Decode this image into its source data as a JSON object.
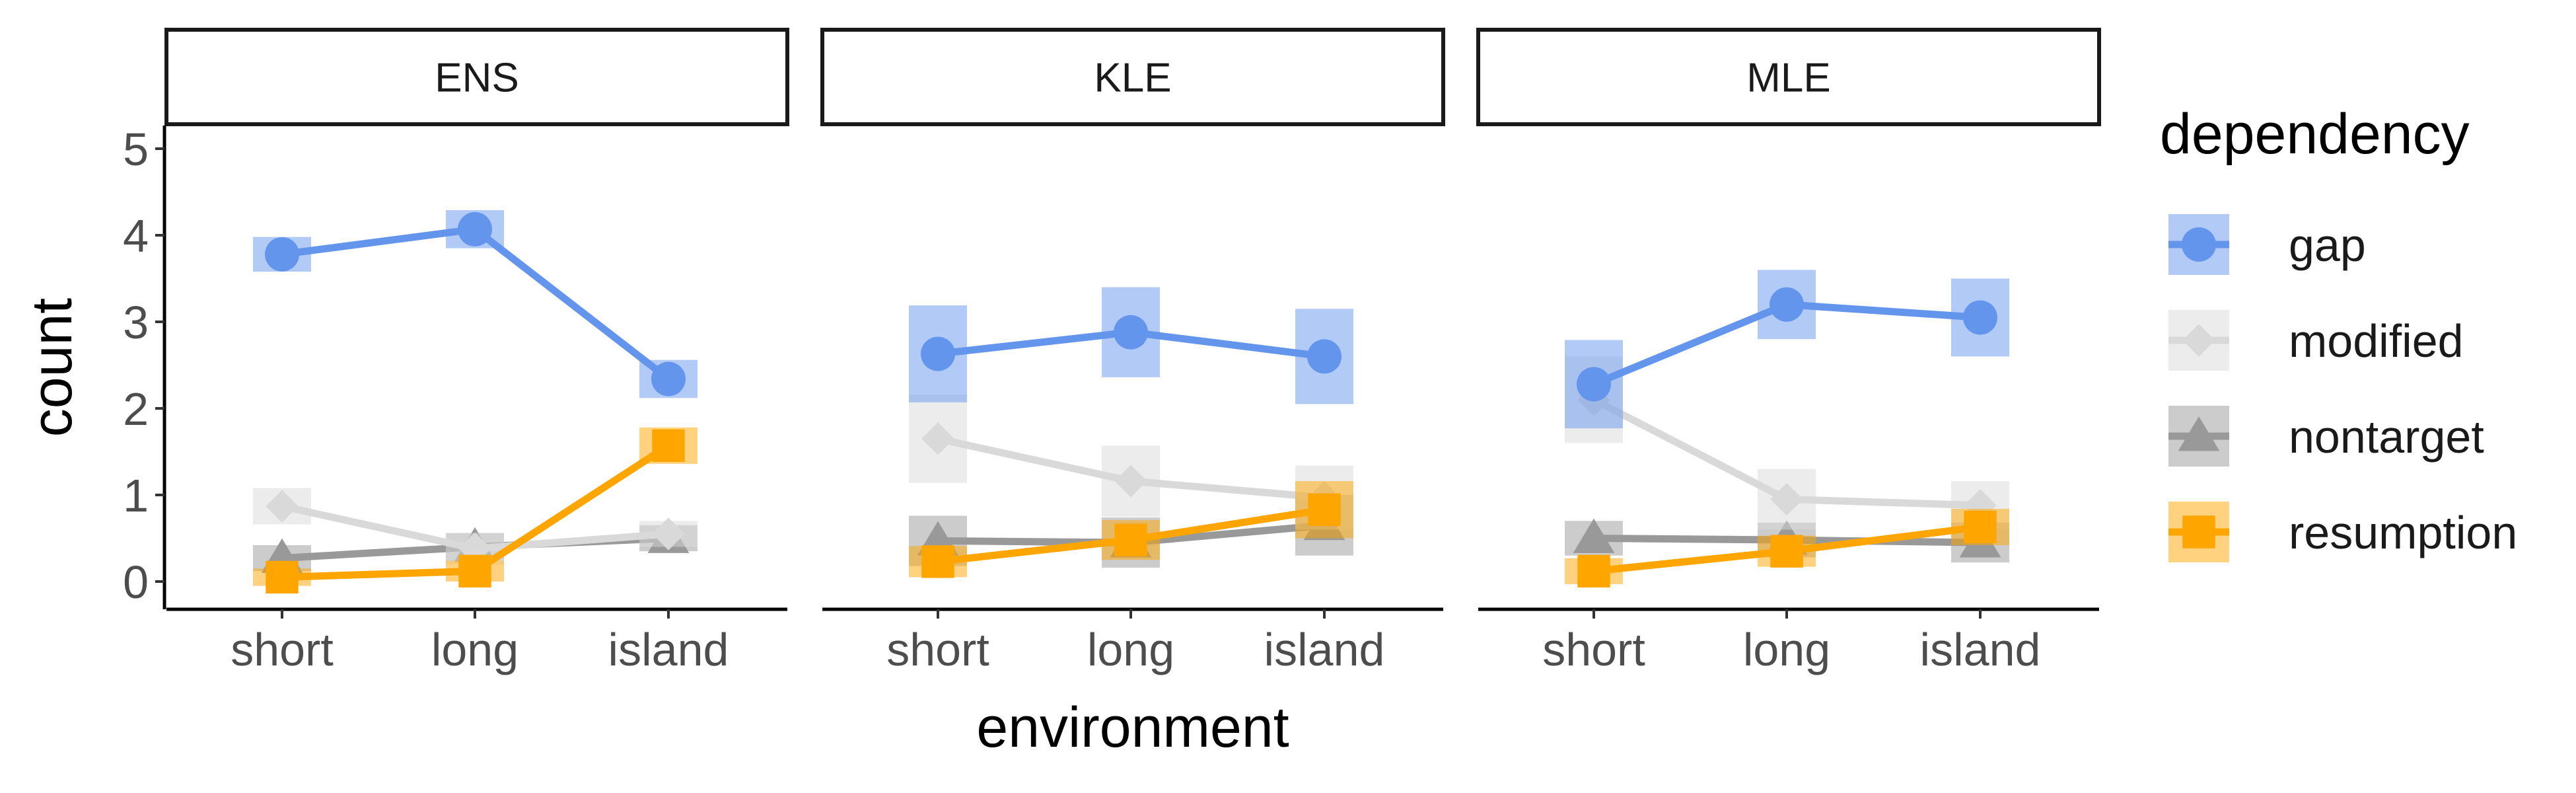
{
  "chart_data": {
    "type": "line",
    "ylabel": "count",
    "xlabel": "environment",
    "categories": [
      "short",
      "long",
      "island"
    ],
    "ylim": [
      0,
      5
    ],
    "yticks": [
      0,
      1,
      2,
      3,
      4,
      5
    ],
    "legend": {
      "title": "dependency",
      "placement": "right"
    },
    "series_styles": [
      {
        "name": "gap",
        "color": "#6495ED",
        "marker": "circle"
      },
      {
        "name": "modified",
        "color": "#D9D9D9",
        "marker": "diamond"
      },
      {
        "name": "nontarget",
        "color": "#999999",
        "marker": "triangle"
      },
      {
        "name": "resumption",
        "color": "#FFA500",
        "marker": "square"
      }
    ],
    "panels": [
      {
        "label": "ENS",
        "series": [
          {
            "name": "gap",
            "values": [
              3.78,
              4.07,
              2.34
            ],
            "ci_low": [
              3.58,
              3.85,
              2.12
            ],
            "ci_high": [
              3.98,
              4.29,
              2.56
            ]
          },
          {
            "name": "modified",
            "values": [
              0.87,
              0.38,
              0.55
            ],
            "ci_low": [
              0.66,
              0.2,
              0.4
            ],
            "ci_high": [
              1.08,
              0.56,
              0.7
            ]
          },
          {
            "name": "nontarget",
            "values": [
              0.27,
              0.4,
              0.5
            ],
            "ci_low": [
              0.12,
              0.24,
              0.35
            ],
            "ci_high": [
              0.42,
              0.56,
              0.65
            ]
          },
          {
            "name": "resumption",
            "values": [
              0.05,
              0.12,
              1.57
            ],
            "ci_low": [
              -0.05,
              0.0,
              1.36
            ],
            "ci_high": [
              0.15,
              0.24,
              1.78
            ]
          }
        ]
      },
      {
        "label": "KLE",
        "series": [
          {
            "name": "gap",
            "values": [
              2.63,
              2.88,
              2.6
            ],
            "ci_low": [
              2.07,
              2.36,
              2.05
            ],
            "ci_high": [
              3.19,
              3.4,
              3.15
            ]
          },
          {
            "name": "modified",
            "values": [
              1.65,
              1.16,
              0.97
            ],
            "ci_low": [
              1.14,
              0.75,
              0.6
            ],
            "ci_high": [
              2.16,
              1.57,
              1.34
            ]
          },
          {
            "name": "nontarget",
            "values": [
              0.47,
              0.45,
              0.65
            ],
            "ci_low": [
              0.18,
              0.16,
              0.3
            ],
            "ci_high": [
              0.76,
              0.74,
              1.0
            ]
          },
          {
            "name": "resumption",
            "values": [
              0.23,
              0.48,
              0.83
            ],
            "ci_low": [
              0.05,
              0.25,
              0.5
            ],
            "ci_high": [
              0.41,
              0.71,
              1.16
            ]
          }
        ]
      },
      {
        "label": "MLE",
        "series": [
          {
            "name": "gap",
            "values": [
              2.28,
              3.2,
              3.05
            ],
            "ci_low": [
              1.77,
              2.8,
              2.6
            ],
            "ci_high": [
              2.79,
              3.6,
              3.5
            ]
          },
          {
            "name": "modified",
            "values": [
              2.1,
              0.95,
              0.88
            ],
            "ci_low": [
              1.6,
              0.6,
              0.6
            ],
            "ci_high": [
              2.6,
              1.3,
              1.16
            ]
          },
          {
            "name": "nontarget",
            "values": [
              0.5,
              0.48,
              0.45
            ],
            "ci_low": [
              0.3,
              0.28,
              0.22
            ],
            "ci_high": [
              0.7,
              0.68,
              0.68
            ]
          },
          {
            "name": "resumption",
            "values": [
              0.12,
              0.35,
              0.63
            ],
            "ci_low": [
              -0.03,
              0.17,
              0.42
            ],
            "ci_high": [
              0.27,
              0.53,
              0.84
            ]
          }
        ]
      }
    ]
  }
}
